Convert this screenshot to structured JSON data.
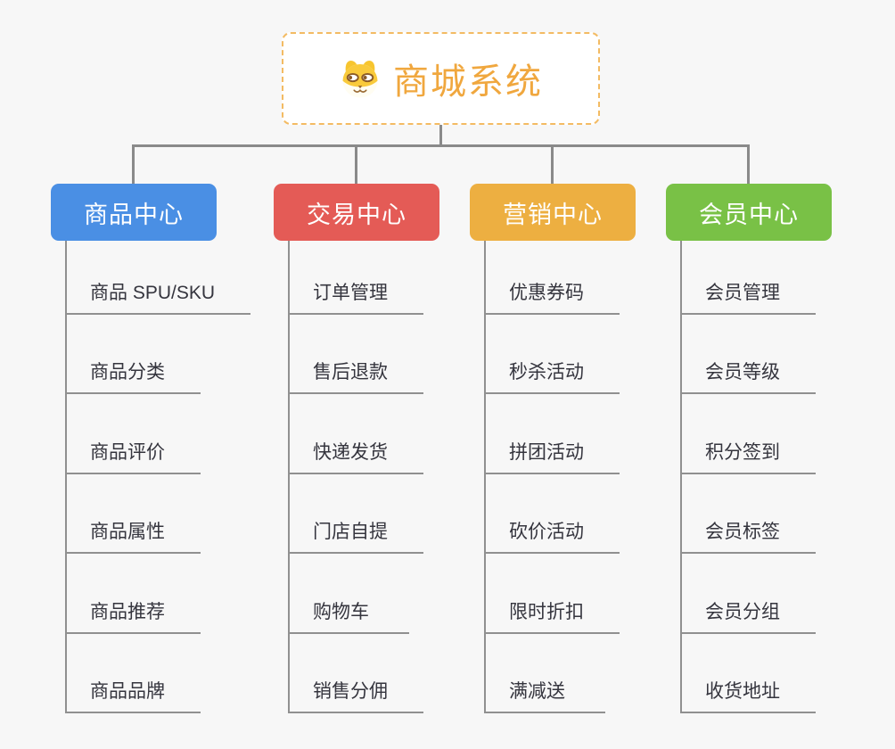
{
  "root": {
    "title": "商城系统",
    "icon": "shiba-dog-icon"
  },
  "branches": [
    {
      "id": "product-center",
      "label": "商品中心",
      "color": "#4a8fe4",
      "items": [
        "商品 SPU/SKU",
        "商品分类",
        "商品评价",
        "商品属性",
        "商品推荐",
        "商品品牌"
      ]
    },
    {
      "id": "trade-center",
      "label": "交易中心",
      "color": "#e45b56",
      "items": [
        "订单管理",
        "售后退款",
        "快递发货",
        "门店自提",
        "购物车",
        "销售分佣"
      ]
    },
    {
      "id": "marketing-center",
      "label": "营销中心",
      "color": "#edaf41",
      "items": [
        "优惠券码",
        "秒杀活动",
        "拼团活动",
        "砍价活动",
        "限时折扣",
        "满减送"
      ]
    },
    {
      "id": "member-center",
      "label": "会员中心",
      "color": "#79c146",
      "items": [
        "会员管理",
        "会员等级",
        "积分签到",
        "会员标签",
        "会员分组",
        "收货地址"
      ]
    }
  ],
  "style_colors": {
    "background": "#f7f7f7",
    "root_text": "#f0a73e",
    "root_border": "#f3bb63",
    "branch_text": "#ffffff",
    "connector": "#8a8a8a",
    "leaf_text": "#35353e",
    "leaf_line": "#909090"
  }
}
